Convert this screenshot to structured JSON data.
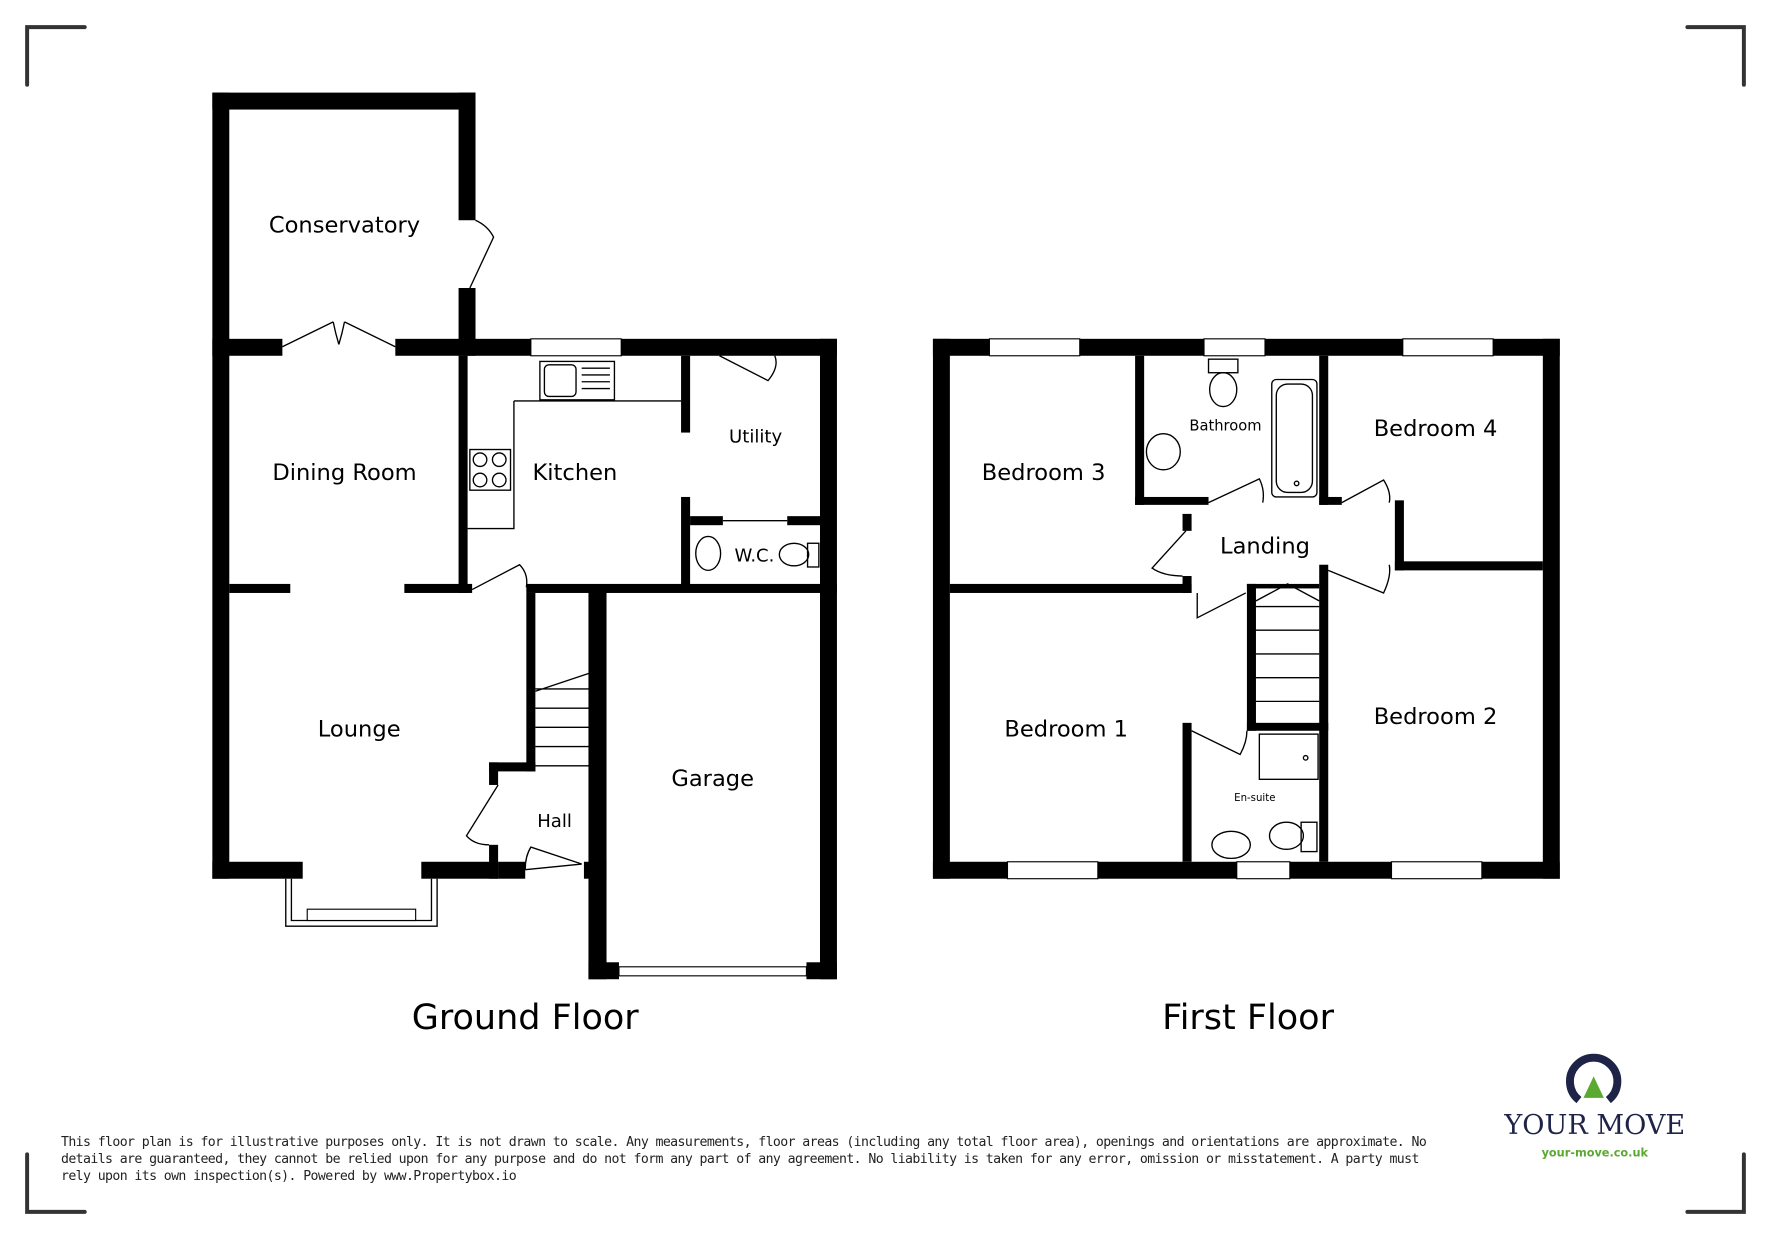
{
  "plans": {
    "ground_floor": {
      "title": "Ground Floor",
      "rooms": [
        "Conservatory",
        "Dining Room",
        "Kitchen",
        "Utility",
        "W.C.",
        "Lounge",
        "Hall",
        "Garage"
      ]
    },
    "first_floor": {
      "title": "First Floor",
      "rooms": [
        "Bedroom 3",
        "Bathroom",
        "Bedroom 4",
        "Landing",
        "Bedroom 1",
        "Bedroom 2",
        "En-suite"
      ]
    }
  },
  "disclaimer": "This floor plan is for illustrative purposes only. It is not drawn to scale. Any measurements, floor areas (including any total floor area), openings and orientations are approximate. No details are guaranteed, they cannot be relied upon for any purpose and do not form any part of any agreement. No liability is taken for any error, omission or misstatement. A party must rely upon its own inspection(s). Powered by www.Propertybox.io",
  "logo": {
    "name": "YOUR MOVE",
    "url": "your-move.co.uk",
    "colors": {
      "navy": "#1e2448",
      "green": "#5aaa32"
    }
  }
}
